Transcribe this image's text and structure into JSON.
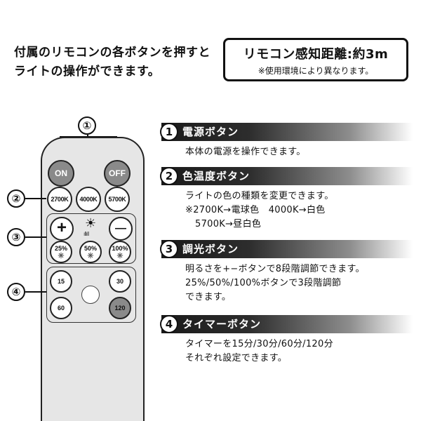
{
  "intro": {
    "line1": "付属のリモコンの各ボタンを押すと",
    "line2": "ライトの操作ができます。"
  },
  "range_box": {
    "title": "リモコン感知距離:約3m",
    "note": "※使用環境により異なります。"
  },
  "remote": {
    "callouts": [
      "①",
      "②",
      "③",
      "④"
    ],
    "on_label": "ON",
    "off_label": "OFF",
    "color_temps": [
      "2700K",
      "4000K",
      "5700K"
    ],
    "plus_symbol": "+",
    "minus_symbol": "—",
    "brightness_levels": [
      "25%",
      "50%",
      "100%"
    ],
    "timers": [
      "15",
      "30",
      "60",
      "120"
    ]
  },
  "sections": [
    {
      "num": "1",
      "title": "電源ボタン",
      "lines": [
        "本体の電源を操作できます。"
      ]
    },
    {
      "num": "2",
      "title": "色温度ボタン",
      "lines": [
        "ライトの色の種類を変更できます。",
        "※2700K→電球色　4000K→白色",
        "5700K→昼白色"
      ]
    },
    {
      "num": "3",
      "title": "調光ボタン",
      "lines": [
        "明るさを+−ボタンで8段階調節できます。",
        "25%/50%/100%ボタンで3段階調節",
        "できます。"
      ]
    },
    {
      "num": "4",
      "title": "タイマーボタン",
      "lines": [
        "タイマーを15分/30分/60分/120分",
        "それぞれ設定できます。"
      ]
    }
  ]
}
